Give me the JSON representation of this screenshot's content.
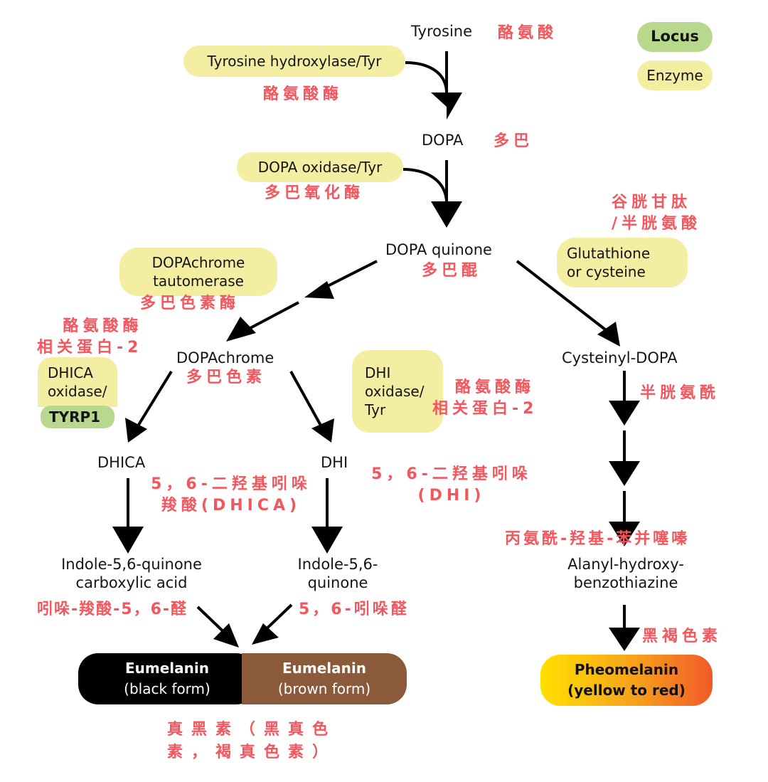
{
  "legend": {
    "locus": "Locus",
    "enzyme": "Enzyme"
  },
  "colors": {
    "enzyme_fill": "#f4eea3",
    "locus_fill": "#b8d98d",
    "annotation_text": "#f2575e",
    "eumelanin_black": "#000000",
    "eumelanin_brown": "#8b5a3a",
    "pheomelanin_from": "#ffe000",
    "pheomelanin_to": "#f05a28"
  },
  "compounds": {
    "tyrosine": "Tyrosine",
    "dopa": "DOPA",
    "dopa_quinone": "DOPA quinone",
    "dopachrome": "DOPAchrome",
    "dhica": "DHICA",
    "dhi": "DHI",
    "icqa_line1": "Indole-5,6-quinone",
    "icqa_line2": "carboxylic acid",
    "iq_line1": "Indole-5,6-",
    "iq_line2": "quinone",
    "cysteinyl_dopa": "Cysteinyl-DOPA",
    "ahb_line1": "Alanyl-hydroxy-",
    "ahb_line2": "benzothiazine"
  },
  "enzymes": {
    "tyrosine_hydroxylase": "Tyrosine hydroxylase/Tyr",
    "dopa_oxidase": "DOPA oxidase/Tyr",
    "dopachrome_tautomerase_l1": "DOPAchrome",
    "dopachrome_tautomerase_l2": "tautomerase",
    "glutathione_l1": "Glutathione",
    "glutathione_l2": "or cysteine",
    "dhica_oxidase_l1": "DHICA",
    "dhica_oxidase_l2": "oxidase/",
    "tyrp1_locus": "TYRP1",
    "dhi_oxidase_l1": "DHI",
    "dhi_oxidase_l2": "oxidase/",
    "dhi_oxidase_l3": "Tyr"
  },
  "products": {
    "eumelanin_black_l1": "Eumelanin",
    "eumelanin_black_l2": "(black form)",
    "eumelanin_brown_l1": "Eumelanin",
    "eumelanin_brown_l2": "(brown form)",
    "pheomelanin_l1": "Pheomelanin",
    "pheomelanin_l2": "(yellow to red)"
  },
  "annotations": {
    "tyrosine_zh": "酪氨酸",
    "tyrosinase_zh": "酪氨酸酶",
    "dopa_zh": "多巴",
    "dopa_oxidase_zh": "多巴氧化酶",
    "glutathione_zh_l1": "谷胱甘肽",
    "glutathione_zh_l2": "/半胱氨酸",
    "dopa_quinone_zh": "多巴醌",
    "dopachrome_tautomerase_zh": "多巴色素酶",
    "tyrp2_left_l1": "酪氨酸酶",
    "tyrp2_left_l2": "相关蛋白-2",
    "dopachrome_zh": "多巴色素",
    "tyrp2_right_l1": "酪氨酸酶",
    "tyrp2_right_l2": "相关蛋白-2",
    "cysteinyl_zh": "半胱氨酰",
    "dhica_zh_l1": "5，6-二羟基吲哚",
    "dhica_zh_l2": "羧酸(DHICA)",
    "dhi_zh_l1": "5，6-二羟基吲哚",
    "dhi_zh_l2": "(DHI)",
    "ahb_zh": "丙氨酰-羟基-苯并噻嗪",
    "icqa_zh": "吲哚-羧酸-5，6-醛",
    "iq_zh": "5，6-吲哚醛",
    "pheomelanin_zh": "黑褐色素",
    "eumelanin_zh_l1": "真黑素（黑真色",
    "eumelanin_zh_l2": "素，褐真色素）"
  }
}
